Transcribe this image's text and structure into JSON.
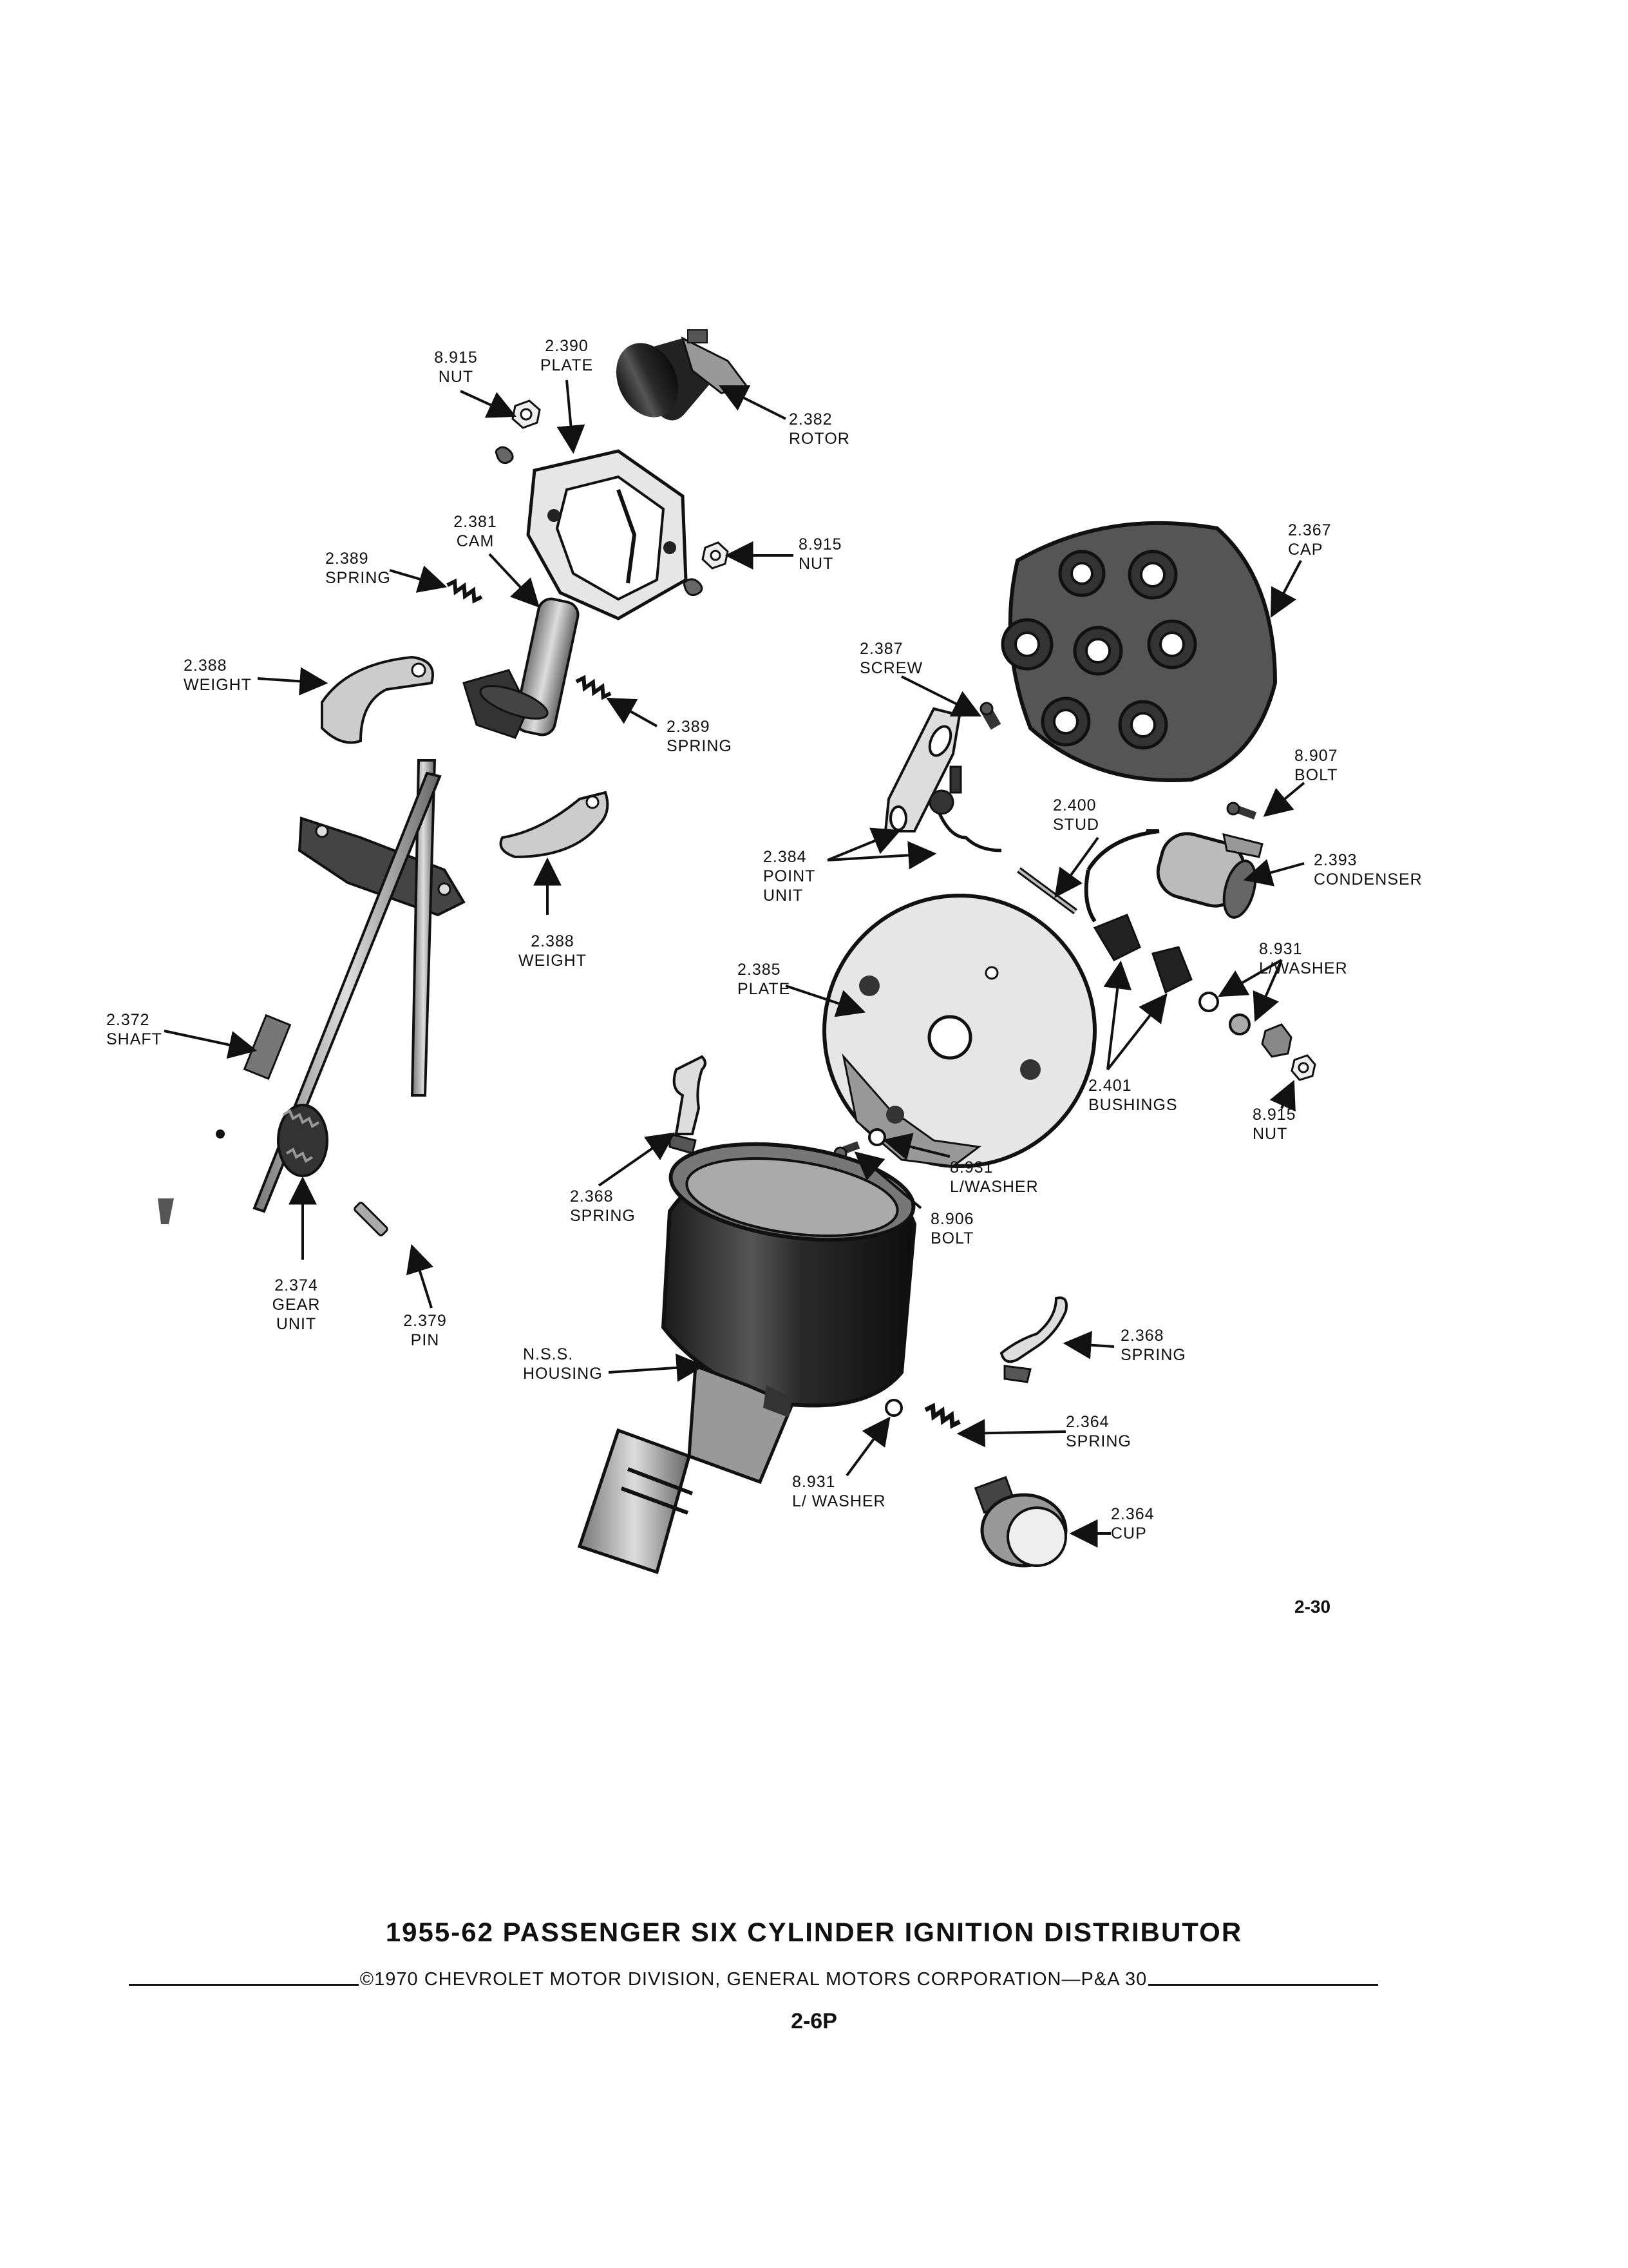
{
  "callouts": {
    "nut_top": {
      "num": "8.915",
      "name": "NUT"
    },
    "plate_top": {
      "num": "2.390",
      "name": "PLATE"
    },
    "rotor": {
      "num": "2.382",
      "name": "ROTOR"
    },
    "cam": {
      "num": "2.381",
      "name": "CAM"
    },
    "spring_left": {
      "num": "2.389",
      "name": "SPRING"
    },
    "nut_mid": {
      "num": "8.915",
      "name": "NUT"
    },
    "cap": {
      "num": "2.367",
      "name": "CAP"
    },
    "weight_upper": {
      "num": "2.388",
      "name": "WEIGHT"
    },
    "screw": {
      "num": "2.387",
      "name": "SCREW"
    },
    "spring_right": {
      "num": "2.389",
      "name": "SPRING"
    },
    "bolt_condenser": {
      "num": "8.907",
      "name": "BOLT"
    },
    "stud": {
      "num": "2.400",
      "name": "STUD"
    },
    "point_unit": {
      "num": "2.384",
      "name_1": "POINT",
      "name_2": "UNIT"
    },
    "condenser": {
      "num": "2.393",
      "name": "CONDENSER"
    },
    "weight_lower": {
      "num": "2.388",
      "name": "WEIGHT"
    },
    "lwasher_right": {
      "num": "8.931",
      "name": "L/WASHER"
    },
    "plate_breaker": {
      "num": "2.385",
      "name": "PLATE"
    },
    "shaft": {
      "num": "2.372",
      "name": "SHAFT"
    },
    "bushings": {
      "num": "2.401",
      "name": "BUSHINGS"
    },
    "nut_right": {
      "num": "8.915",
      "name": "NUT"
    },
    "lwasher_plate": {
      "num": "8.931",
      "name": "L/WASHER"
    },
    "spring_clip": {
      "num": "2.368",
      "name": "SPRING"
    },
    "bolt_plate": {
      "num": "8.906",
      "name": "BOLT"
    },
    "gear_unit": {
      "num": "2.374",
      "name_1": "GEAR",
      "name_2": "UNIT"
    },
    "pin": {
      "num": "2.379",
      "name": "PIN"
    },
    "housing": {
      "num": "N.S.S.",
      "name": "HOUSING"
    },
    "spring_clip_lower": {
      "num": "2.368",
      "name": "SPRING"
    },
    "spring_lower": {
      "num": "2.364",
      "name": "SPRING"
    },
    "lwasher_lower": {
      "num": "8.931",
      "name": "L/ WASHER"
    },
    "cup": {
      "num": "2.364",
      "name": "CUP"
    }
  },
  "figure_number": "2-30",
  "title": "1955-62 PASSENGER SIX CYLINDER IGNITION DISTRIBUTOR",
  "copyright": "©1970 CHEVROLET MOTOR DIVISION, GENERAL MOTORS CORPORATION—P&A 30",
  "page_code": "2-6P"
}
